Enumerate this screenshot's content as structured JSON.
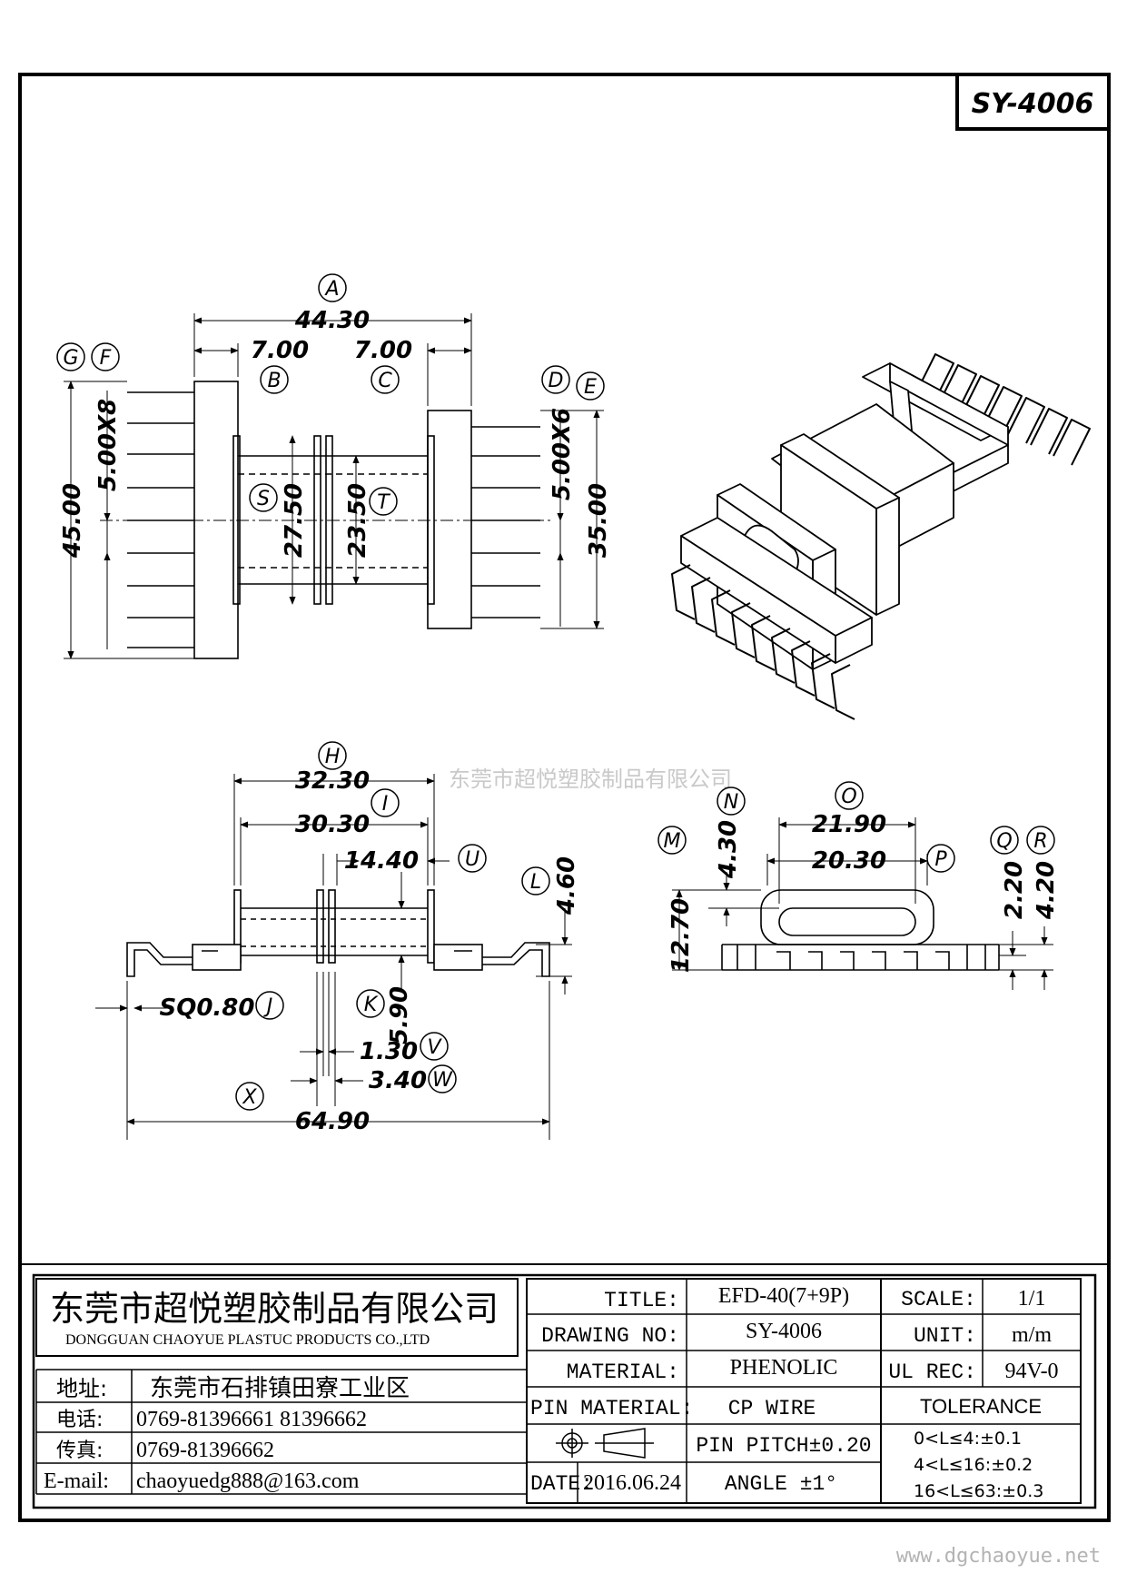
{
  "sheet": {
    "part_no": "SY-4006",
    "watermark": "东莞市超悦塑胶制品有限公司",
    "website": "www.dgchaoyue.net"
  },
  "top_view": {
    "dims": {
      "A": "44.30",
      "B": "7.00",
      "C": "7.00",
      "F": "5.00X8",
      "D": "5.00X6",
      "G": "45.00",
      "E": "35.00",
      "S": "27.50",
      "T": "23.50"
    },
    "labels": [
      "A",
      "B",
      "C",
      "D",
      "E",
      "F",
      "G",
      "S",
      "T"
    ]
  },
  "side_view": {
    "dims": {
      "H": "32.30",
      "I": "30.30",
      "U": "14.40",
      "L": "4.60",
      "J": "SQ0.80",
      "K": "5.90",
      "V": "1.30",
      "W": "3.40",
      "X": "64.90"
    }
  },
  "end_view": {
    "dims": {
      "O": "21.90",
      "P": "20.30",
      "N": "4.30",
      "M": "12.70",
      "Q": "2.20",
      "R": "4.20"
    }
  },
  "title_block": {
    "company_cn": "东莞市超悦塑胶制品有限公司",
    "company_en": "DONGGUAN CHAOYUE PLASTUC PRODUCTS CO.,LTD",
    "address_label": "地址:",
    "address": "东莞市石排镇田寮工业区",
    "phone_label": "电话:",
    "phone": "0769-81396661  81396662",
    "fax_label": "传真:",
    "fax": "0769-81396662",
    "email_label": "E-mail:",
    "email": "chaoyuedg888@163.com",
    "title_label": "TITLE:",
    "title": "EFD-40(7+9P)",
    "drawing_no_label": "DRAWING NO:",
    "drawing_no": "SY-4006",
    "material_label": "MATERIAL:",
    "material": "PHENOLIC",
    "pin_material_label": "PIN MATERIAL:",
    "pin_material": "CP WIRE",
    "date_label": "DATE:",
    "date": "2016.06.24",
    "pin_pitch": "PIN PITCH±0.20",
    "angle": "ANGLE  ±1°",
    "scale_label": "SCALE:",
    "scale": "1/1",
    "unit_label": "UNIT:",
    "unit": "m/m",
    "ul_label": "UL REC:",
    "ul": "94V-0",
    "tolerance_label": "TOLERANCE",
    "tolerances": [
      "0<L≤4:±0.1",
      "4<L≤16:±0.2",
      "16<L≤63:±0.3"
    ]
  }
}
